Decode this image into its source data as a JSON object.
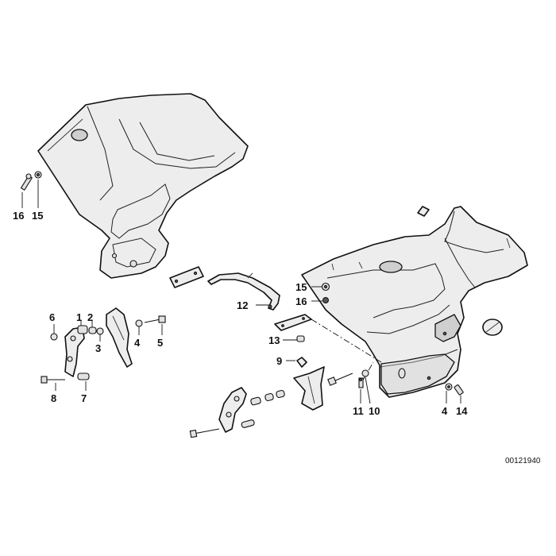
{
  "labels": {
    "n1": "1",
    "n2": "2",
    "n3": "3",
    "n4a": "4",
    "n4b": "4",
    "n5": "5",
    "n6": "6",
    "n7": "7",
    "n8": "8",
    "n9": "9",
    "n10": "10",
    "n11": "11",
    "n12": "12",
    "n13": "13",
    "n14": "14",
    "n15a": "15",
    "n15b": "15",
    "n16a": "16",
    "n16b": "16"
  },
  "drawing_ref": "00121940"
}
